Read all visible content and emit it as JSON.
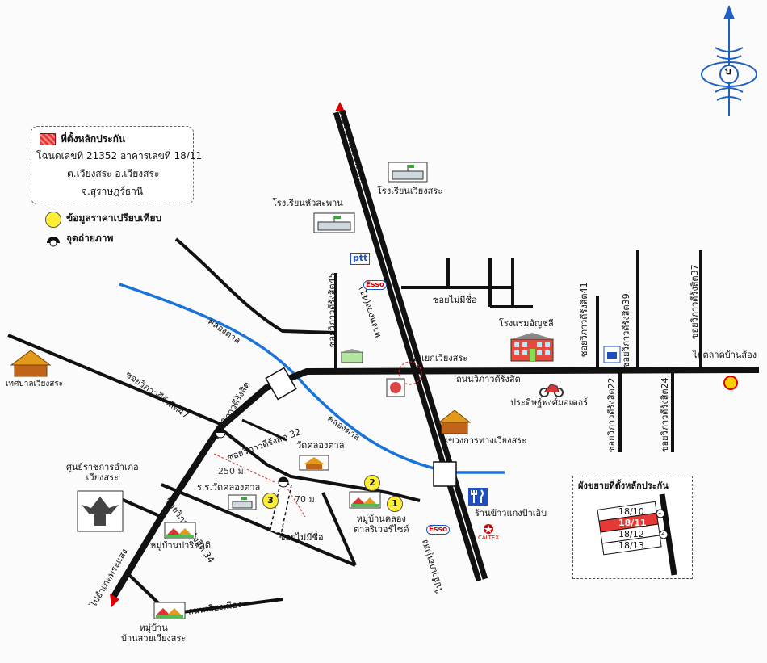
{
  "legend": {
    "title": "ที่ตั้งหลักประกัน",
    "line1": "โฉนดเลขที่ 21352 อาคารเลขที่ 18/11",
    "line2": "ต.เวียงสระ อ.เวียงสระ",
    "line3": "จ.สุราษฎร์ธานี",
    "compare": "ข้อมูลราคาเปรียบเทียบ",
    "photo": "จุดถ่ายภาพ"
  },
  "compass": {
    "letter": "บ"
  },
  "roads": {
    "to_banna": "ไปอำเภอบ้านนาสาร",
    "to_phrasaeng": "ไปอำเภอพระแสง",
    "to_thungsong": "ไปอำเภอทุ่งสง",
    "to_talad": "ไปตลาดบ้านส้อง",
    "highway41": "ทางหลวง(41)",
    "viphawadi": "ถนนวิภาวดีรังสิต",
    "viphawadi2": "ถนนวิภาวดีรังสิต",
    "soi45": "ซอยวิภาวดีรังสิต45",
    "soi47": "ซอยวิภาวดีรังสิต47",
    "soi41": "ซอยวิภาวดีรังสิต41",
    "soi39": "ซอยวิภาวดีรังสิต39",
    "soi37": "ซอยวิภาวดีรังสิต37",
    "soi22": "ซอยวิภาวดีรังสิต22",
    "soi24": "ซอยวิภาวดีรังสิต24",
    "soi32": "ซอยวิภาวดีรังสิต 32",
    "soi34": "ซอยวิภาวดีรังสิต 34",
    "soi_noname1": "ซอยไม่มีชื่อ",
    "soi_noname2": "ซอยไม่มีชื่อ",
    "bypass": "ถนนเลี่ยงเมือง",
    "junction": "สี่แยกเวียงสระ"
  },
  "canal": {
    "label1": "คลองตาล",
    "label2": "คลองตาล"
  },
  "places": {
    "school_wiangsa": "โรงเรียนเวียงสระ",
    "school_huasaphan": "โรงเรียนหัวสะพาน",
    "hotel": "โรงแรมอัญชลี",
    "motor": "ประดิษฐ์พงศ์มอเตอร์",
    "municipal": "เทศบาลเวียงสระ",
    "highways_office": "แขวงการทางเวียงสระ",
    "district_office": "ศูนย์ราชการอำเภอ\nเวียงสระ",
    "temple": "วัดคลองตาล",
    "temple_school": "ร.ร.วัดคลองตาล",
    "village_parichat": "หมู่บ้านปาริชาติ",
    "village_khlong": "หมู่บ้านคลอง\nตาลริเวอร์ไซด์",
    "village_suai": "หมู่บ้าน\nบ้านสวยเวียงสระ",
    "restaurant": "ร้านข้าวแกงป้าเอิบ",
    "ptt": "ptt",
    "esso": "Esso",
    "caltex": "CALTEX"
  },
  "distances": {
    "d1": "250 ม.",
    "d2": "70 ม."
  },
  "points": [
    "1",
    "2",
    "3"
  ],
  "inset": {
    "title": "ผังขยายที่ตั้งหลักประกัน",
    "lot1": "18/10",
    "lot2": "18/11",
    "lot3": "18/12",
    "lot4": "18/13",
    "photo1": "1",
    "photo2": "2"
  },
  "colors": {
    "road": "#111111",
    "canal": "#1a73d9",
    "collateral": "#e53935",
    "compare": "#ffee33",
    "compass": "#1f5fbf"
  }
}
